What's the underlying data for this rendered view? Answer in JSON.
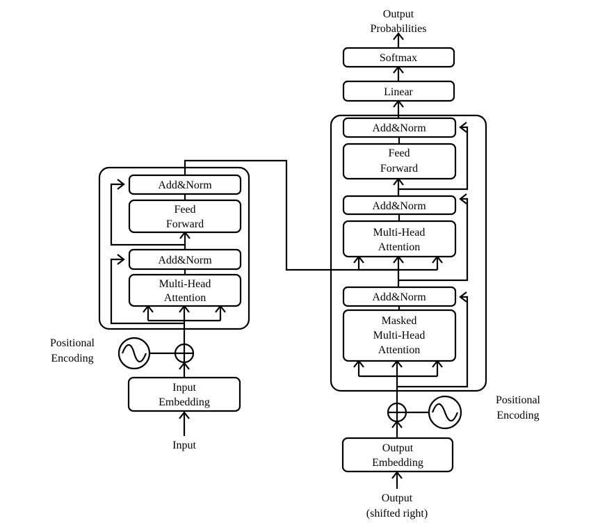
{
  "encoder": {
    "input": "Input",
    "embedding": [
      "Input",
      "Embedding"
    ],
    "positional_encoding": [
      "Positional",
      "Encoding"
    ],
    "attention": [
      "Multi-Head",
      "Attention"
    ],
    "add_norm_1": "Add&Norm",
    "feed_forward": [
      "Feed",
      "Forward"
    ],
    "add_norm_2": "Add&Norm"
  },
  "decoder": {
    "output": [
      "Output",
      "(shifted right)"
    ],
    "embedding": [
      "Output",
      "Embedding"
    ],
    "positional_encoding": [
      "Positional",
      "Encoding"
    ],
    "masked_attention": [
      "Masked",
      "Multi-Head",
      "Attention"
    ],
    "add_norm_1": "Add&Norm",
    "attention": [
      "Multi-Head",
      "Attention"
    ],
    "add_norm_2": "Add&Norm",
    "feed_forward": [
      "Feed",
      "Forward"
    ],
    "add_norm_3": "Add&Norm",
    "linear": "Linear",
    "softmax": "Softmax",
    "output_probabilities": [
      "Output",
      "Probabilities"
    ]
  }
}
